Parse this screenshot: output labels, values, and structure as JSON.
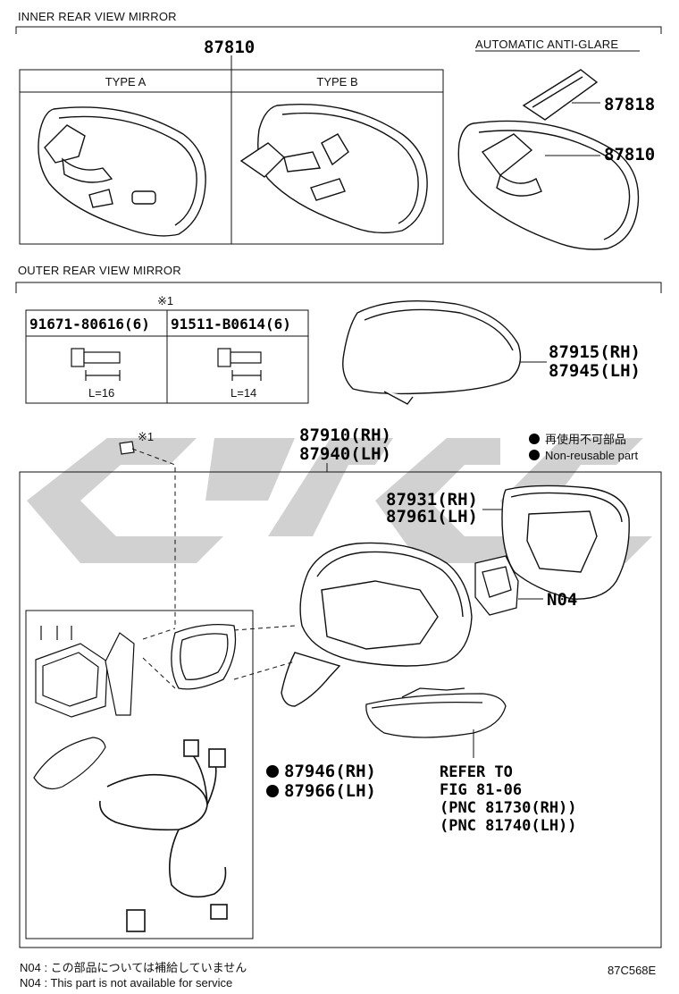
{
  "inner": {
    "section_title": "INNER REAR VIEW MIRROR",
    "main_part": "87810",
    "type_a": "TYPE A",
    "type_b": "TYPE B",
    "auto_antiglare": "AUTOMATIC ANTI-GLARE",
    "part_sensor": "87818",
    "part_mirror": "87810"
  },
  "outer": {
    "section_title": "OUTER REAR VIEW MIRROR",
    "ref_mark": "※1",
    "bolt_table": {
      "col1_part": "91671-80616(6)",
      "col2_part": "91511-B0614(6)",
      "col1_len": "L=16",
      "col2_len": "L=14"
    },
    "cover_rh": "87915(RH)",
    "cover_lh": "87945(LH)",
    "bolt_ref": "※1",
    "assy_rh": "87910(RH)",
    "assy_lh": "87940(LH)",
    "glass_rh": "87931(RH)",
    "glass_lh": "87961(LH)",
    "motor_part": "N04",
    "harness_rh": "87946(RH)",
    "harness_lh": "87966(LH)",
    "legend_jp": "再使用不可部品",
    "legend_en": "Non-reusable part",
    "refer_line1": "REFER TO",
    "refer_line2": "FIG 81-06",
    "refer_line3": "(PNC 81730(RH))",
    "refer_line4": "(PNC 81740(LH))"
  },
  "footer": {
    "note_jp": "N04 :  この部品については補給していません",
    "note_en": "N04 :  This part is not available for service",
    "figure_code": "87C568E"
  },
  "colors": {
    "line": "#111111",
    "watermark": "#c8c8c8"
  }
}
